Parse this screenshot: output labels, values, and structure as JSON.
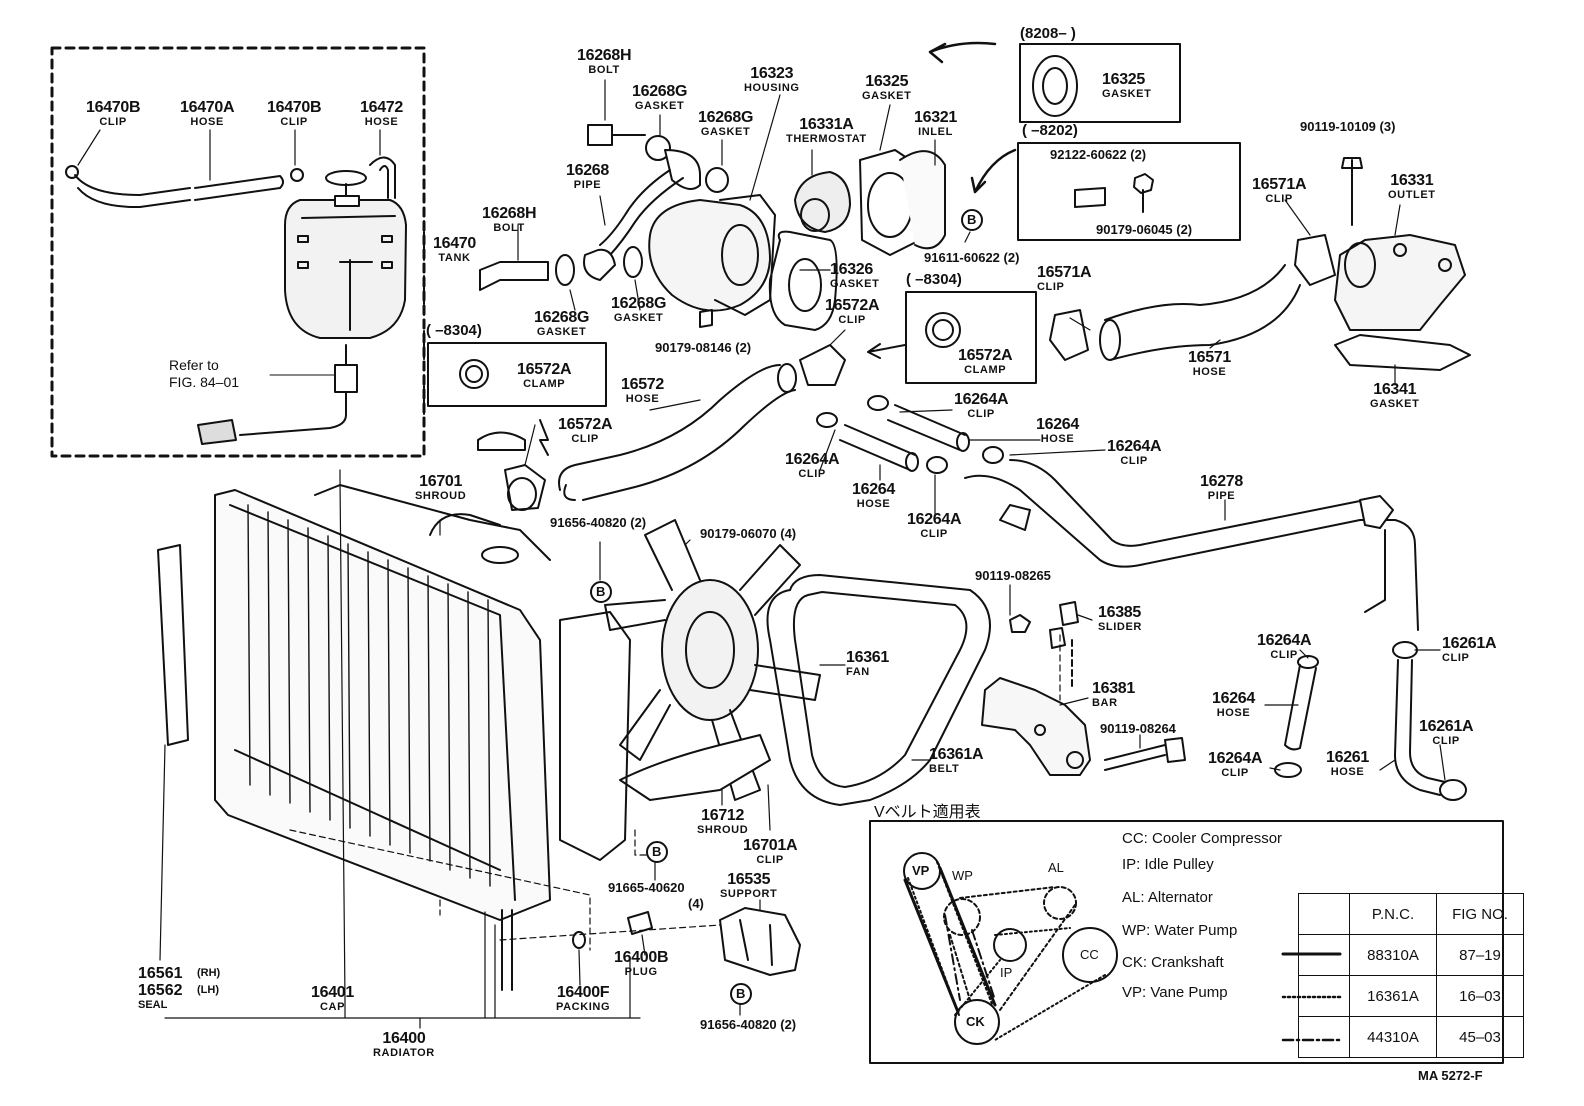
{
  "labels": [
    {
      "id": "l1",
      "pn": "16470B",
      "nm": "CLIP"
    },
    {
      "id": "l2",
      "pn": "16470A",
      "nm": "HOSE"
    },
    {
      "id": "l3",
      "pn": "16470B",
      "nm": "CLIP"
    },
    {
      "id": "l4",
      "pn": "16472",
      "nm": "HOSE"
    },
    {
      "id": "l5",
      "pn": "16470",
      "nm": "TANK"
    },
    {
      "id": "l6",
      "pn": "16268H",
      "nm": "BOLT"
    },
    {
      "id": "l7",
      "pn": "16268G",
      "nm": "GASKET"
    },
    {
      "id": "l8",
      "pn": "16268G",
      "nm": "GASKET"
    },
    {
      "id": "l9",
      "pn": "16268",
      "nm": "PIPE"
    },
    {
      "id": "l10",
      "pn": "16323",
      "nm": "HOUSING"
    },
    {
      "id": "l11",
      "pn": "16268H",
      "nm": "BOLT"
    },
    {
      "id": "l12",
      "pn": "16268G",
      "nm": "GASKET"
    },
    {
      "id": "l13",
      "pn": "16268G",
      "nm": "GASKET"
    },
    {
      "id": "l14",
      "pn": "16331A",
      "nm": "THERMOSTAT"
    },
    {
      "id": "l15",
      "pn": "16325",
      "nm": "GASKET"
    },
    {
      "id": "l16",
      "pn": "16321",
      "nm": "INLEL"
    },
    {
      "id": "l17",
      "pn": "16326",
      "nm": "GASKET"
    },
    {
      "id": "l18",
      "pn": "16325",
      "nm": "GASKET"
    },
    {
      "id": "l19",
      "pn": "16571A",
      "nm": "CLIP"
    },
    {
      "id": "l20",
      "pn": "16331",
      "nm": "OUTLET"
    },
    {
      "id": "l21",
      "pn": "16571A",
      "nm": "CLIP"
    },
    {
      "id": "l22",
      "pn": "16571",
      "nm": "HOSE"
    },
    {
      "id": "l23",
      "pn": "16341",
      "nm": "GASKET"
    },
    {
      "id": "l24",
      "pn": "16572A",
      "nm": "CLIP"
    },
    {
      "id": "l25",
      "pn": "16572A",
      "nm": "CLAMP"
    },
    {
      "id": "l26",
      "pn": "16572A",
      "nm": "CLAMP"
    },
    {
      "id": "l27",
      "pn": "16572",
      "nm": "HOSE"
    },
    {
      "id": "l28",
      "pn": "16572A",
      "nm": "CLIP"
    },
    {
      "id": "l29",
      "pn": "16264A",
      "nm": "CLIP"
    },
    {
      "id": "l30",
      "pn": "16264",
      "nm": "HOSE"
    },
    {
      "id": "l31",
      "pn": "16264A",
      "nm": "CLIP"
    },
    {
      "id": "l32",
      "pn": "16264A",
      "nm": "CLIP"
    },
    {
      "id": "l33",
      "pn": "16264",
      "nm": "HOSE"
    },
    {
      "id": "l34",
      "pn": "16264A",
      "nm": "CLIP"
    },
    {
      "id": "l35",
      "pn": "16278",
      "nm": "PIPE"
    },
    {
      "id": "l36",
      "pn": "16701",
      "nm": "SHROUD"
    },
    {
      "id": "l37",
      "pn": "16385",
      "nm": "SLIDER"
    },
    {
      "id": "l38",
      "pn": "16361",
      "nm": "FAN"
    },
    {
      "id": "l39",
      "pn": "16381",
      "nm": "BAR"
    },
    {
      "id": "l40",
      "pn": "16264A",
      "nm": "CLIP"
    },
    {
      "id": "l41",
      "pn": "16261A",
      "nm": "CLIP"
    },
    {
      "id": "l42",
      "pn": "16264",
      "nm": "HOSE"
    },
    {
      "id": "l43",
      "pn": "16261A",
      "nm": "CLIP"
    },
    {
      "id": "l44",
      "pn": "16361A",
      "nm": "BELT"
    },
    {
      "id": "l45",
      "pn": "16264A",
      "nm": "CLIP"
    },
    {
      "id": "l46",
      "pn": "16261",
      "nm": "HOSE"
    },
    {
      "id": "l47",
      "pn": "16712",
      "nm": "SHROUD"
    },
    {
      "id": "l48",
      "pn": "16701A",
      "nm": "CLIP"
    },
    {
      "id": "l49",
      "pn": "16535",
      "nm": "SUPPORT"
    },
    {
      "id": "l50",
      "pn": "16400B",
      "nm": "PLUG"
    },
    {
      "id": "l51",
      "pn": "16400F",
      "nm": "PACKING"
    },
    {
      "id": "l52",
      "pn": "16401",
      "nm": "CAP"
    },
    {
      "id": "l53",
      "pn": "16400",
      "nm": "RADIATOR"
    }
  ],
  "partnos": [
    {
      "id": "p1",
      "t": "90119-10109 (3)"
    },
    {
      "id": "p2",
      "t": "92122-60622 (2)"
    },
    {
      "id": "p3",
      "t": "90179-06045 (2)"
    },
    {
      "id": "p4",
      "t": "91611-60622 (2)"
    },
    {
      "id": "p5",
      "t": "90179-08146 (2)"
    },
    {
      "id": "p6",
      "t": "91656-40820 (2)"
    },
    {
      "id": "p7",
      "t": "90179-06070 (4)"
    },
    {
      "id": "p8",
      "t": "90119-08265"
    },
    {
      "id": "p9",
      "t": "90119-08264"
    },
    {
      "id": "p10",
      "t": "91665-40620"
    },
    {
      "id": "p11",
      "t": "(4)"
    },
    {
      "id": "p12",
      "t": "91656-40820 (2)"
    }
  ],
  "texts": {
    "range_8208": "(8208–          )",
    "range_8202": "(       –8202)",
    "range_8304_a": "(       –8304)",
    "range_8304_b": "(      –8304)",
    "refer1": "Refer to",
    "refer2": "FIG. 84–01",
    "seal_rh": "16561",
    "seal_rh_side": "(RH)",
    "seal_lh": "16562",
    "seal_lh_side": "(LH)",
    "seal_nm": "SEAL",
    "b_marker": "B",
    "vbelt_title": "Vベルト適用表",
    "doc_code": "MA  5272-F"
  },
  "legend": {
    "items": [
      "CC: Cooler Compressor",
      "IP: Idle Pulley",
      "AL: Alternator",
      "WP: Water Pump",
      "CK: Crankshaft",
      "VP: Vane Pump"
    ],
    "pulleys": {
      "vp": "VP",
      "wp": "WP",
      "al": "AL",
      "ip": "IP",
      "cc": "CC",
      "ck": "CK"
    },
    "table": {
      "headers": [
        "P.N.C.",
        "FIG NO."
      ],
      "rows": [
        {
          "pnc": "88310A",
          "fig": "87–19",
          "style": "solid"
        },
        {
          "pnc": "16361A",
          "fig": "16–03",
          "style": "dotted"
        },
        {
          "pnc": "44310A",
          "fig": "45–03",
          "style": "dash-dot"
        }
      ]
    }
  }
}
